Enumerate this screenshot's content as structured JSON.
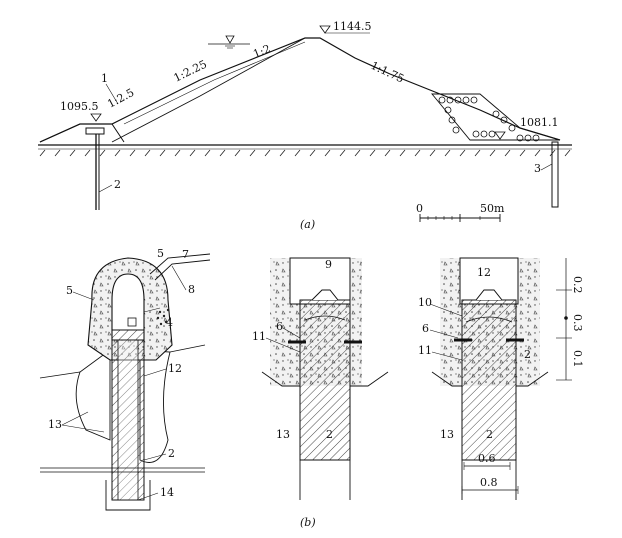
{
  "figure_a": {
    "caption": "(a)",
    "elevations": {
      "crest": "1144.5",
      "left_toe": "1095.5",
      "right_toe": "1081.1"
    },
    "slopes": {
      "upstream_top": "1:2",
      "upstream_mid": "1:2.25",
      "upstream_low": "1:2.5",
      "downstream": "1:1.75"
    },
    "labels": {
      "item1": "1",
      "item2": "2",
      "item3": "3"
    },
    "scale_bar": {
      "zero": "0",
      "end": "50m"
    }
  },
  "figure_b": {
    "caption": "(b)",
    "left_detail": {
      "labels": {
        "l5a": "5",
        "l7": "7",
        "l5b": "5",
        "l8": "8",
        "l4": "4",
        "l12": "12",
        "l13": "13",
        "l2": "2",
        "l14": "14"
      }
    },
    "mid_detail": {
      "labels": {
        "l9": "9",
        "l6": "6",
        "l11": "11",
        "l13": "13",
        "l2": "2"
      }
    },
    "right_detail": {
      "labels": {
        "l12": "12",
        "l10": "10",
        "l6": "6",
        "l11": "11",
        "l2": "2",
        "l13": "13",
        "l2b": "2"
      },
      "dims_right": [
        "0.2",
        "0.3",
        "0.1"
      ],
      "dims_bottom": [
        "0.6",
        "0.8"
      ]
    }
  },
  "colors": {
    "ink": "#111111",
    "paper": "#ffffff"
  }
}
